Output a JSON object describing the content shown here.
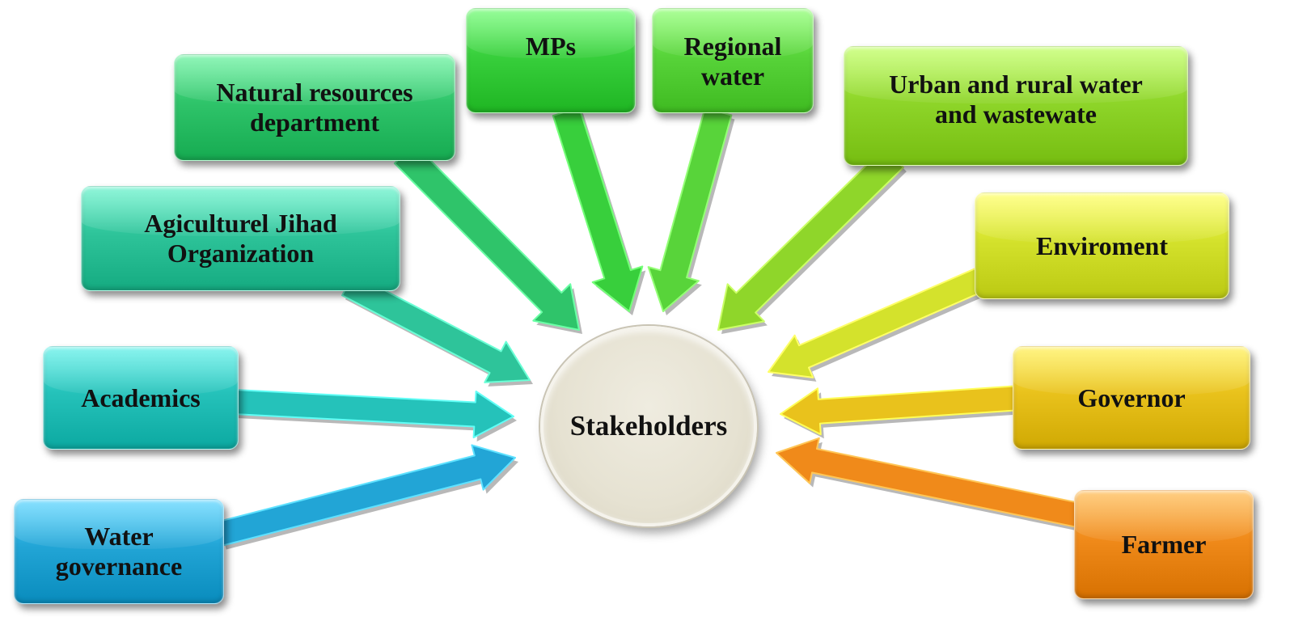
{
  "center": {
    "label": "Stakeholders",
    "color": "#e6e2d2"
  },
  "stakeholders": [
    {
      "id": "natural",
      "label": "Natural resources\ndepartment",
      "color": "#2fc46a"
    },
    {
      "id": "mps",
      "label": "MPs",
      "color": "#38cf3c"
    },
    {
      "id": "regional",
      "label": "Regional\nwater",
      "color": "#58d43a"
    },
    {
      "id": "urban",
      "label": "Urban and rural water\nand wastewate",
      "color": "#8fd62a"
    },
    {
      "id": "agri",
      "label": "Agiculturel Jihad\nOrganization",
      "color": "#2ec49a"
    },
    {
      "id": "env",
      "label": "Enviroment",
      "color": "#d4e22c"
    },
    {
      "id": "academics",
      "label": "Academics",
      "color": "#25c2ba"
    },
    {
      "id": "governor",
      "label": "Governor",
      "color": "#e9c21c"
    },
    {
      "id": "water",
      "label": "Water\ngovernance",
      "color": "#22a5d6"
    },
    {
      "id": "farmer",
      "label": "Farmer",
      "color": "#f08a1a"
    }
  ]
}
